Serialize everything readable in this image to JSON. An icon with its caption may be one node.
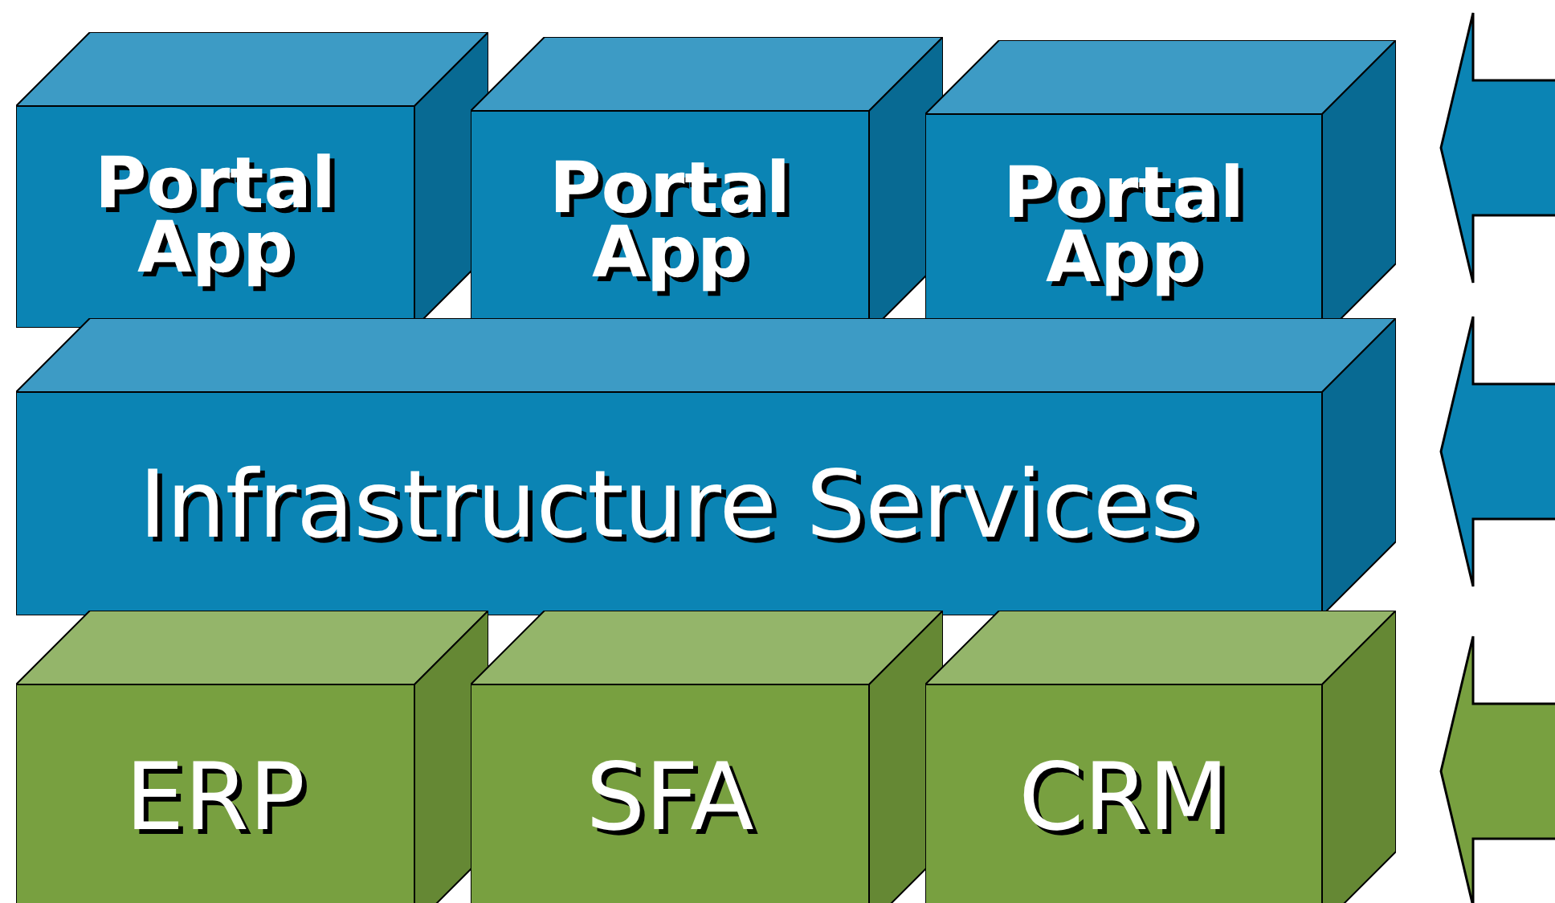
{
  "diagram": {
    "nodes": [
      {
        "text": [
          "Portal App"
        ]
      },
      {
        "text": [
          "Portal App"
        ]
      },
      {
        "text": [
          "Portal App"
        ]
      },
      {
        "text": [
          "Infrastructure Services"
        ]
      },
      {
        "text": [
          "ERP"
        ]
      },
      {
        "text": [
          "SFA"
        ]
      },
      {
        "text": [
          "CRM"
        ]
      }
    ]
  }
}
